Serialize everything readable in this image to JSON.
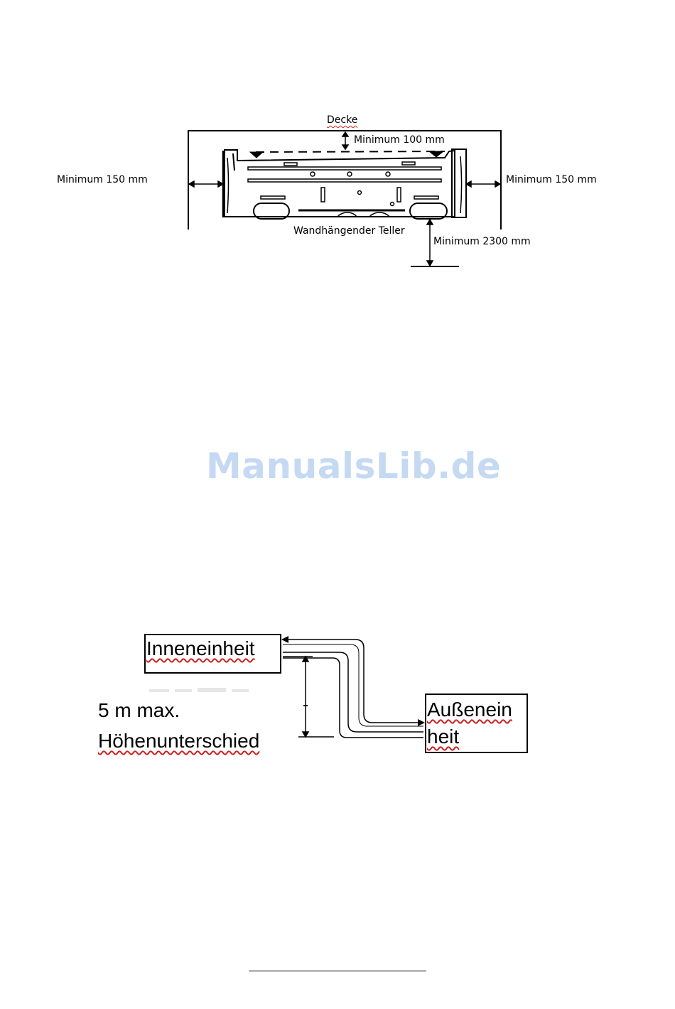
{
  "top_diagram": {
    "ceiling_label": "Decke",
    "top_clearance": "Minimum 100 mm",
    "left_clearance": "Minimum 150 mm",
    "right_clearance": "Minimum 150 mm",
    "plate_label": "Wandhängender Teller",
    "floor_clearance": "Minimum 2300 mm"
  },
  "watermark": "ManualsLib.de",
  "bottom_diagram": {
    "indoor_unit": "Inneneinheit",
    "outdoor_unit_line1": "Außenein",
    "outdoor_unit_line2": "heit",
    "height_diff_line1": "5 m max.",
    "height_diff_line2": "Höhenunterschied"
  }
}
